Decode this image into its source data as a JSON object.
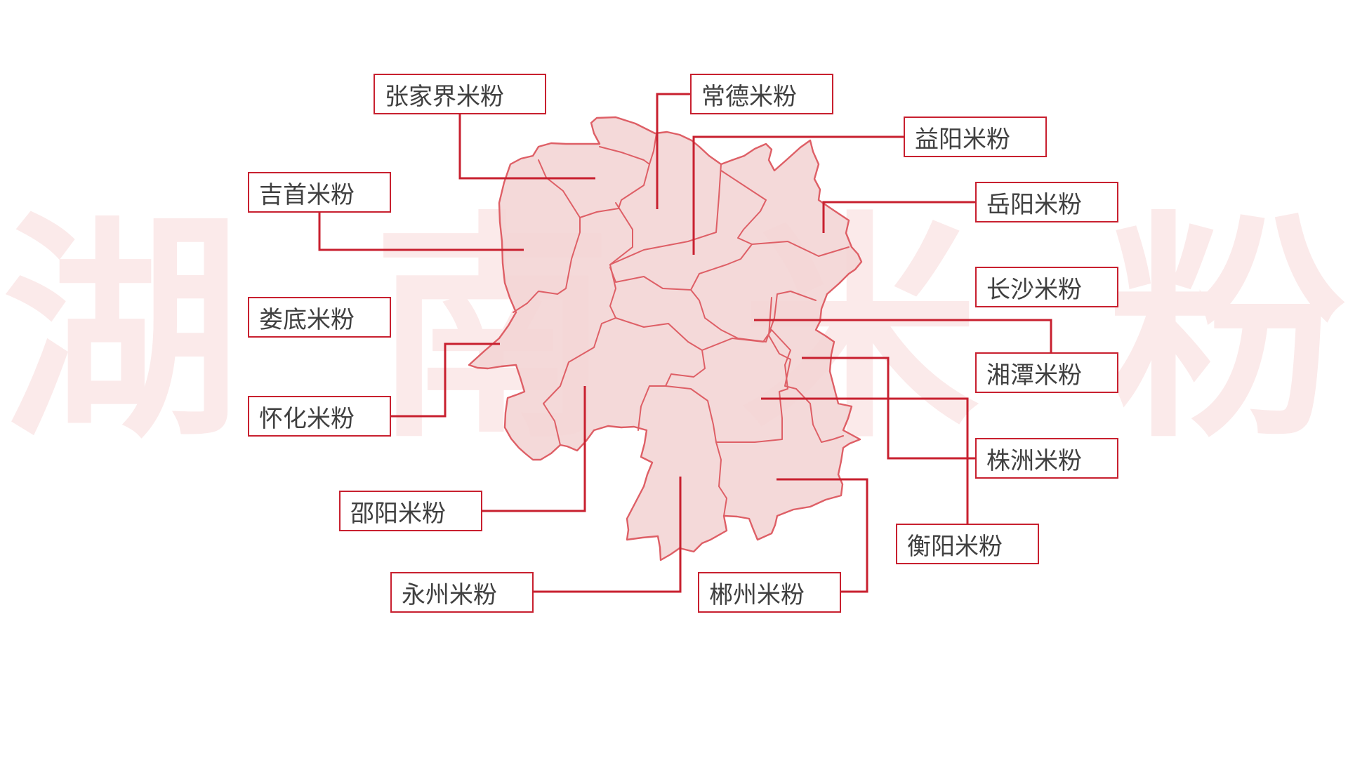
{
  "watermark": {
    "chars": [
      "湖",
      "南",
      "米",
      "粉"
    ],
    "color": "#fbeaea"
  },
  "map": {
    "region": "湖南",
    "fill_color": "#f2d4d4",
    "border_color": "#de5f66",
    "connector_color": "#c8202f"
  },
  "labels": {
    "zhangjiajie": "张家界米粉",
    "changde": "常德米粉",
    "yiyang": "益阳米粉",
    "jishou": "吉首米粉",
    "yueyang": "岳阳米粉",
    "changsha": "长沙米粉",
    "loudi": "娄底米粉",
    "xiangtan": "湘潭米粉",
    "huaihua": "怀化米粉",
    "zhuzhou": "株洲米粉",
    "shaoyang": "邵阳米粉",
    "hengyang": "衡阳米粉",
    "yongzhou": "永州米粉",
    "chenzhou": "郴州米粉"
  }
}
